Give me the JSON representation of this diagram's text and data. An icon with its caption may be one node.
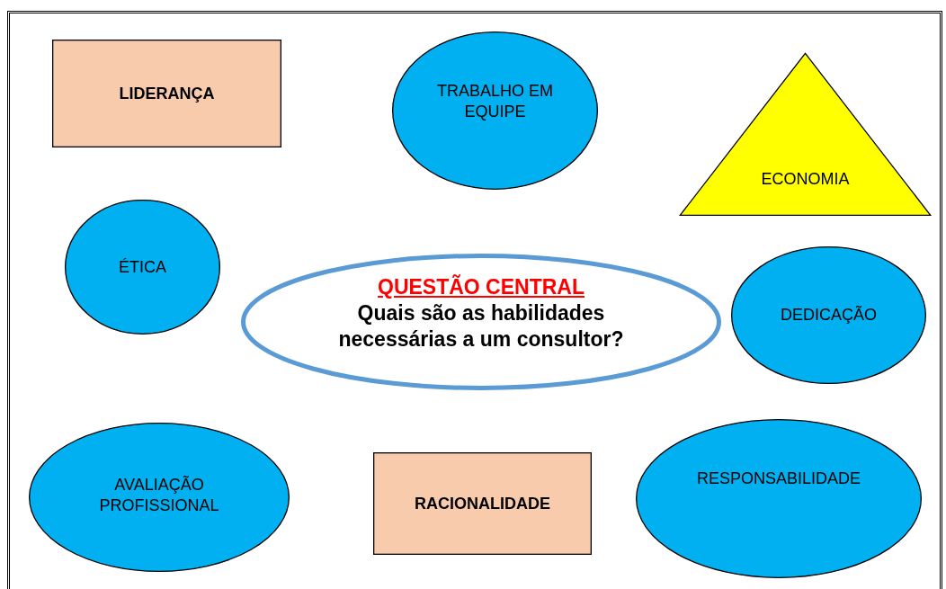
{
  "diagram": {
    "nodes": [
      {
        "text": [
          "LIDERANÇA"
        ]
      },
      {
        "text": [
          "TRABALHO EM EQUIPE"
        ]
      },
      {
        "text": [
          "ECONOMIA"
        ]
      },
      {
        "text": [
          "ÉTICA"
        ]
      },
      {
        "text": [
          "QUESTÃO CENTRAL",
          "Quais são as habilidades necessárias a um consultor?"
        ]
      },
      {
        "text": [
          "DEDICAÇÃO"
        ]
      },
      {
        "text": [
          "AVALIAÇÃO PROFISSIONAL"
        ]
      },
      {
        "text": [
          "RACIONALIDADE"
        ]
      },
      {
        "text": [
          "RESPONSABILIDADE"
        ]
      }
    ]
  }
}
